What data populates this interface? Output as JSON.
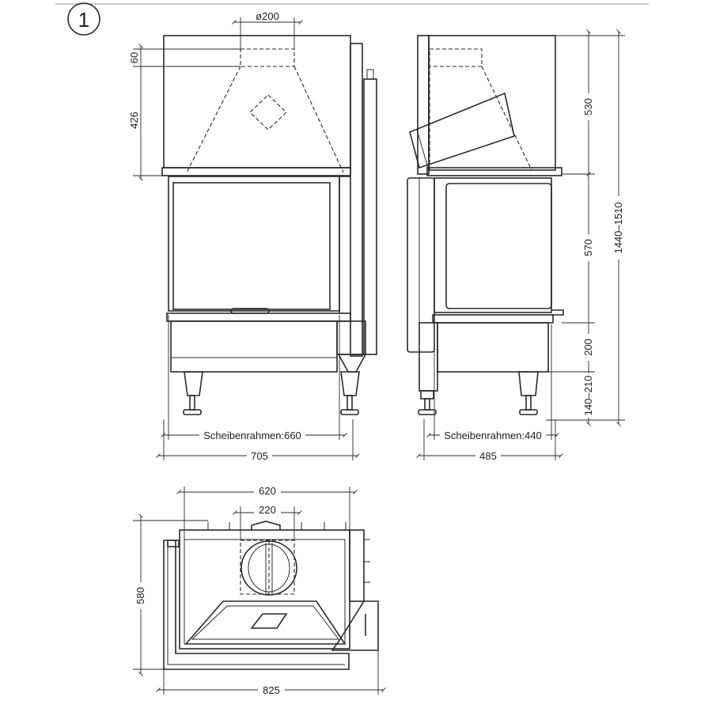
{
  "figure_number": "1",
  "front_view": {
    "flue_diameter": "ø200",
    "dim_flue_collar": "60",
    "dim_hood_height": "426",
    "glass_frame": "Scheibenrahmen:660",
    "overall_width": "705"
  },
  "side_view": {
    "dim_upper": "530",
    "dim_glass": "570",
    "dim_base": "200",
    "dim_legs": "140–210",
    "overall_height": "1440–1510",
    "glass_frame": "Scheibenrahmen:440",
    "overall_depth": "485"
  },
  "top_view": {
    "dim_inner_width": "620",
    "dim_flue": "220",
    "dim_depth": "580",
    "overall_width": "825"
  }
}
